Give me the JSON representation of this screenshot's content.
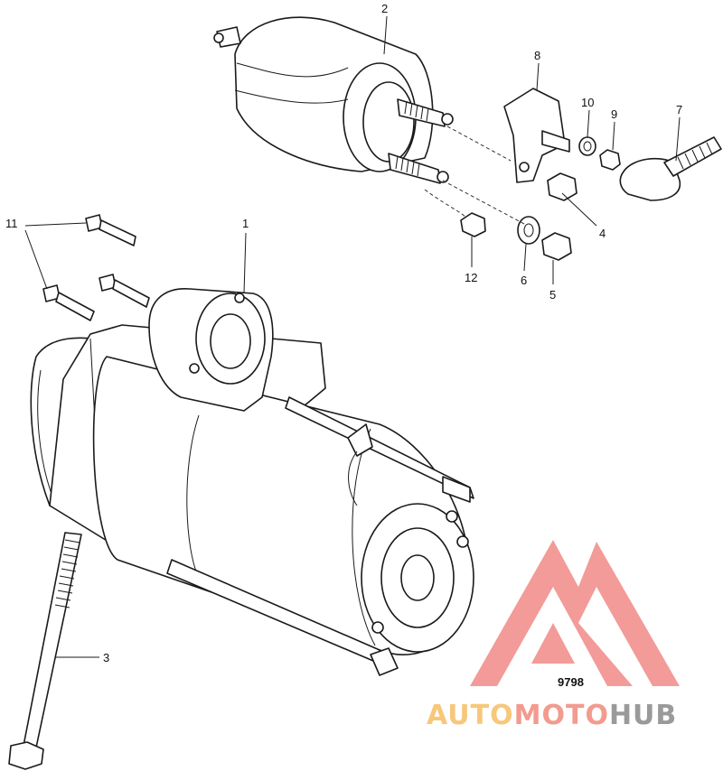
{
  "callouts": {
    "c1": "1",
    "c2": "2",
    "c3": "3",
    "c4": "4",
    "c5": "5",
    "c6": "6",
    "c7": "7",
    "c8": "8",
    "c9": "9",
    "c10": "10",
    "c11": "11",
    "c12": "12"
  },
  "figure_number": "9798",
  "watermark": {
    "part_a": "AUTO",
    "part_b": "MOTO",
    "part_c": "HUB",
    "color_a": "#f7c77a",
    "color_b": "#f29b8e",
    "color_c": "#9a9a9a",
    "logo_color": "#f08a86"
  }
}
